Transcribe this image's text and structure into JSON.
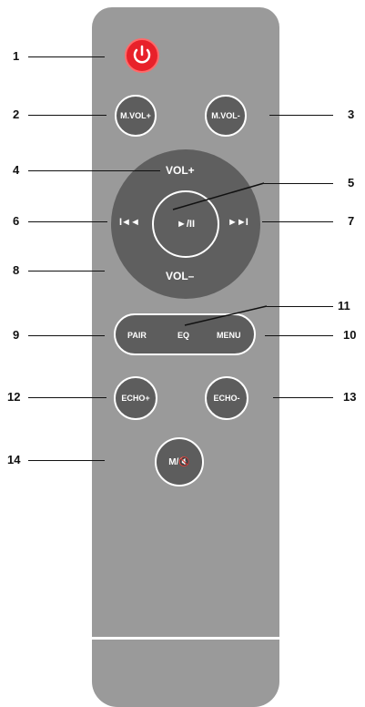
{
  "buttons": {
    "mvol_plus": "M.VOL+",
    "mvol_minus": "M.VOL-",
    "vol_plus": "VOL+",
    "vol_minus": "VOL–",
    "play_pause": "►/II",
    "prev": "I◄◄",
    "next": "►►I",
    "pair": "PAIR",
    "eq": "EQ",
    "menu": "MENU",
    "echo_plus": "ECHO+",
    "echo_minus": "ECHO-",
    "mute": "M/🔇"
  },
  "callouts": [
    "1",
    "2",
    "3",
    "4",
    "5",
    "6",
    "7",
    "8",
    "9",
    "10",
    "11",
    "12",
    "13",
    "14"
  ],
  "colors": {
    "body": "#9a9a9a",
    "button": "#5d5d5d",
    "power": "#e8212a"
  }
}
